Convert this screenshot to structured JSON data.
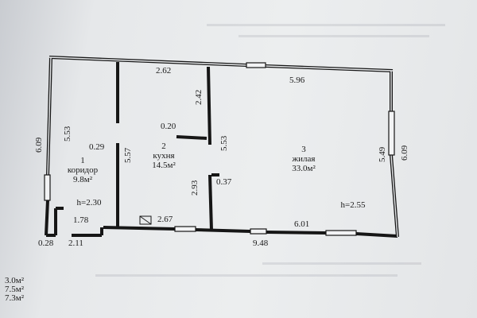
{
  "dimensions": {
    "corridor_right_wall": "6.09",
    "corridor_inner": "5.53",
    "corridor_gap": "0.29",
    "kitchen_top": "2.62",
    "kitchen_partition": "2.42",
    "kitchen_small": "0.20",
    "kitchen_left": "5.57",
    "kitchen_right": "5.53",
    "kitchen_lower": "2.93",
    "kitchen_bottom": "2.67",
    "living_top": "5.96",
    "living_right_inner": "5.49",
    "living_right_outer": "6.09",
    "living_left_small": "0.37",
    "living_bottom": "6.01",
    "overall_bottom": "9.48",
    "corridor_bottom_small": "0.28",
    "corridor_bottom": "2.11",
    "corridor_step": "1.78"
  },
  "rooms": [
    {
      "number": "1",
      "name": "коридор",
      "area": "9.8м²"
    },
    {
      "number": "2",
      "name": "кухня",
      "area": "14.5м²"
    },
    {
      "number": "3",
      "name": "жилая",
      "area": "33.0м²"
    }
  ],
  "heights": {
    "corridor": "h=2.30",
    "living": "h=2.55"
  },
  "legend": [
    "3.0м²",
    "7.5м²",
    "7.3м²"
  ]
}
